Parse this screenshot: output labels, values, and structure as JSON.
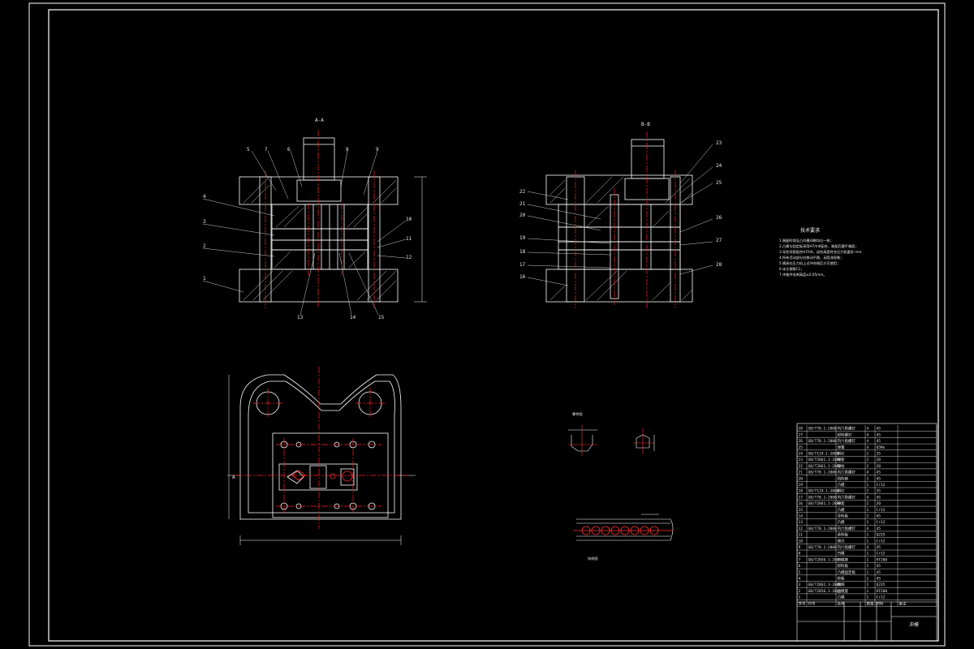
{
  "drawing": {
    "background": "#000000",
    "line_color": "#ffffff",
    "centerline_color": "#ff2020",
    "views": {
      "front": {
        "label": "A-A"
      },
      "side": {
        "label": "B-B"
      },
      "plan": {
        "label": "A"
      },
      "part": {
        "label": "零件图"
      },
      "strip": {
        "label": "排样图"
      }
    },
    "notes": {
      "title": "技术要求",
      "lines": [
        "1.装配时保证凸凹模间隙均匀一致；",
        "2.凸模与固定板采用H7/m6配合，装配后磨平端面；",
        "3.导柱导套配合H7/h6，闭合高度符合压力机要求 mm",
        "4.所有活动部分应移动平稳，无阻滞现象；",
        "5.模具在压力机上试冲合格后方可使用；",
        "6.未注倒角C1；",
        "7.冲裁件毛刺高度≤0.05mm。"
      ]
    },
    "title_block": {
      "title": "冲模",
      "header": [
        "序号",
        "代号",
        "名称",
        "数量",
        "材料",
        "备注"
      ],
      "rows": [
        [
          "28",
          "GB/T70.1-2000",
          "内六角螺钉",
          "4",
          "45",
          ""
        ],
        [
          "27",
          "",
          "卸料螺钉",
          "4",
          "45",
          ""
        ],
        [
          "26",
          "GB/T70.1-2000",
          "内六角螺钉",
          "4",
          "45",
          ""
        ],
        [
          "25",
          "",
          "弹簧",
          "4",
          "65Mn",
          ""
        ],
        [
          "24",
          "GB/T119.1-2000",
          "销钉",
          "2",
          "35",
          ""
        ],
        [
          "23",
          "GB/T2861.1-2008",
          "导套",
          "2",
          "20",
          ""
        ],
        [
          "22",
          "GB/T2861.1-2008",
          "导柱",
          "2",
          "20",
          ""
        ],
        [
          "21",
          "GB/T70.1-2000",
          "内六角螺钉",
          "4",
          "45",
          ""
        ],
        [
          "20",
          "",
          "挡料销",
          "1",
          "45",
          ""
        ],
        [
          "19",
          "",
          "凸模",
          "1",
          "Cr12",
          ""
        ],
        [
          "18",
          "GB/T119.1-2000",
          "销钉",
          "2",
          "35",
          ""
        ],
        [
          "17",
          "GB/T70.1-2000",
          "内六角螺钉",
          "4",
          "45",
          ""
        ],
        [
          "16",
          "GB/T2861.1-2008",
          "导套",
          "2",
          "20",
          ""
        ],
        [
          "15",
          "",
          "凸模",
          "1",
          "Cr12",
          ""
        ],
        [
          "14",
          "",
          "导料板",
          "2",
          "45",
          ""
        ],
        [
          "13",
          "",
          "凸模",
          "1",
          "Cr12",
          ""
        ],
        [
          "12",
          "GB/T70.1-2000",
          "内六角螺钉",
          "4",
          "45",
          ""
        ],
        [
          "11",
          "",
          "承料板",
          "1",
          "Q235",
          ""
        ],
        [
          "10",
          "",
          "侧刃",
          "1",
          "Cr12",
          ""
        ],
        [
          "9",
          "GB/T70.1-2000",
          "内六角螺钉",
          "4",
          "45",
          ""
        ],
        [
          "8",
          "",
          "凹模",
          "1",
          "Cr12",
          ""
        ],
        [
          "7",
          "GB/T2856.1-2008",
          "下模座",
          "1",
          "HT200",
          ""
        ],
        [
          "6",
          "",
          "卸料板",
          "1",
          "45",
          ""
        ],
        [
          "5",
          "",
          "凸模固定板",
          "1",
          "45",
          ""
        ],
        [
          "4",
          "",
          "垫板",
          "1",
          "45",
          ""
        ],
        [
          "3",
          "GB/T2862.1-2008",
          "模柄",
          "1",
          "Q235",
          ""
        ],
        [
          "2",
          "GB/T2856.1-2008",
          "上模座",
          "1",
          "HT200",
          ""
        ],
        [
          "1",
          "",
          "凸模",
          "1",
          "Cr12",
          ""
        ]
      ]
    },
    "callouts_front": [
      "5",
      "7",
      "6",
      "8",
      "9",
      "4",
      "3",
      "2",
      "1",
      "10",
      "11",
      "12",
      "13",
      "14",
      "15"
    ],
    "callouts_side": [
      "22",
      "21",
      "20",
      "19",
      "18",
      "17",
      "16",
      "23",
      "24",
      "25",
      "26",
      "27",
      "28"
    ]
  }
}
